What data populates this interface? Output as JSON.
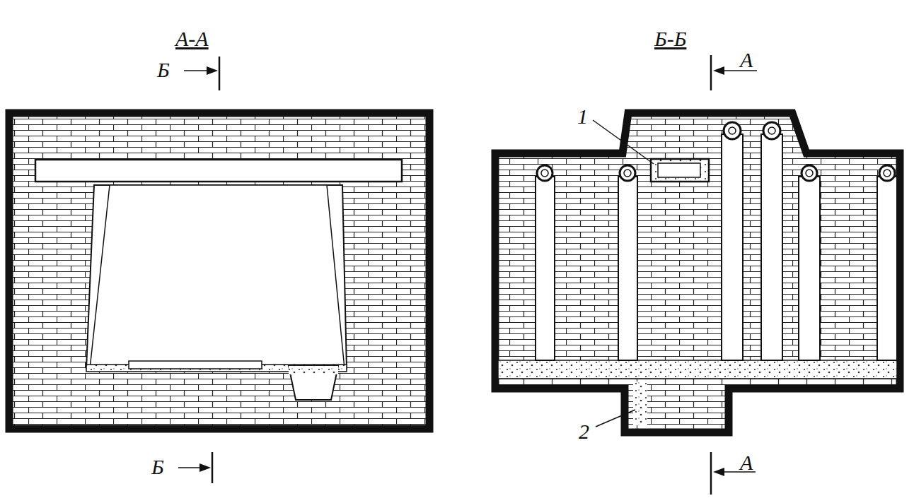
{
  "diagram": {
    "labels": [
      "А-А",
      "Б-Б",
      "Б",
      "Б",
      "А",
      "А",
      "1",
      "2"
    ]
  }
}
